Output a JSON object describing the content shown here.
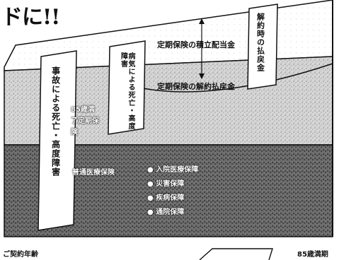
{
  "header": {
    "title": "ドに!!"
  },
  "labels": {
    "accumulated_dividend": "定期保険の積立配当金",
    "surrender_value_term": "定期保険の解約払戻金",
    "surrender_value_at_cancel": "解約時の払戻金",
    "illness_death": "病気による死亡・高度障害",
    "accident_death": "事故による死亡・高度障害",
    "term_until_85": "85歳満了定期保険",
    "medical_insurance": "普通医療保険",
    "medical_items": [
      "入院医療保障",
      "災害保障",
      "疾病保障",
      "通院保障"
    ]
  },
  "footer": {
    "left": "ご契約年齢",
    "right": "85歳満期"
  },
  "colors": {
    "ink": "#111111",
    "paper": "#ffffff",
    "band_light": "#cfcfcf",
    "band_dark": "#6e6e6e"
  }
}
